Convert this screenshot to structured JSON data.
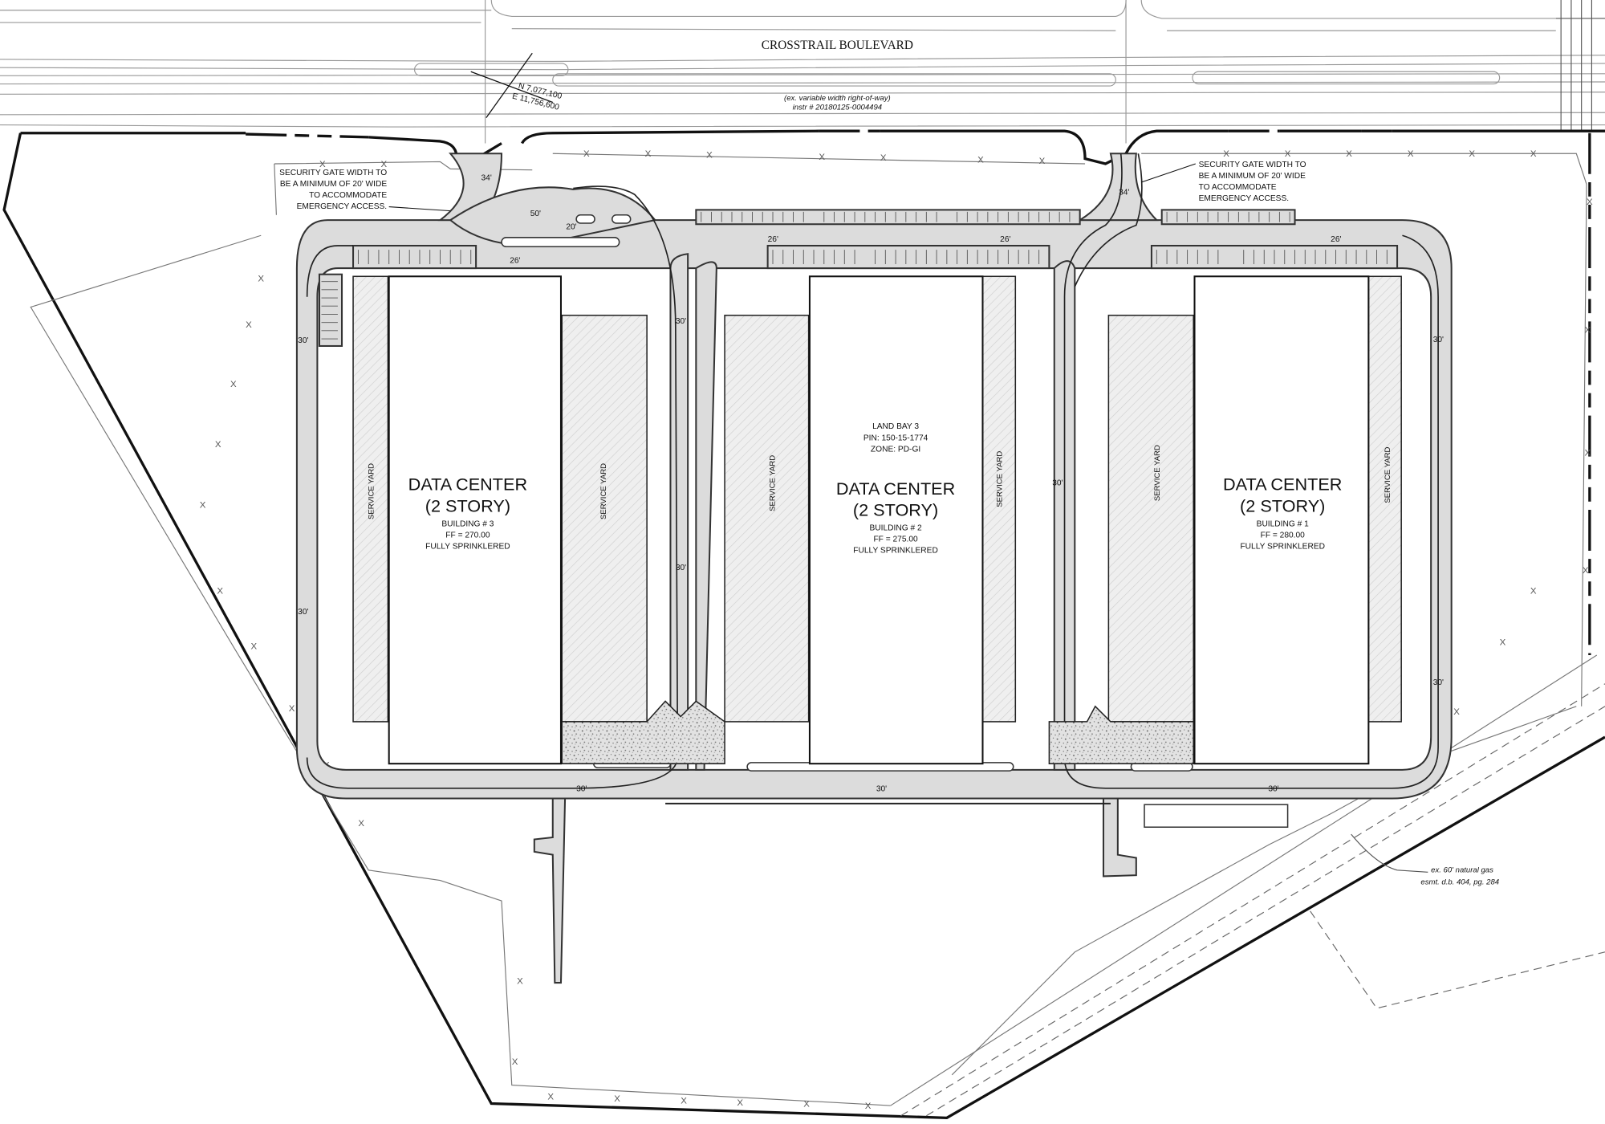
{
  "street": {
    "name": "CROSSTRAIL BOULEVARD",
    "row_note_line1": "(ex. variable width right-of-way)",
    "row_note_line2": "instr # 20180125-0004494"
  },
  "coordinates": {
    "northing": "N 7,077,100",
    "easting": "E 11,756,600"
  },
  "gate_notes": {
    "west": [
      "SECURITY GATE WIDTH TO",
      "BE A MINIMUM OF 20' WIDE",
      "TO ACCOMMODATE",
      "EMERGENCY ACCESS."
    ],
    "east": [
      "SECURITY GATE WIDTH TO",
      "BE A MINIMUM OF 20' WIDE",
      "TO ACCOMMODATE",
      "EMERGENCY ACCESS."
    ]
  },
  "land_bay": {
    "line1": "LAND BAY 3",
    "line2": "PIN: 150-15-1774",
    "line3": "ZONE: PD-GI"
  },
  "buildings": [
    {
      "title": "DATA CENTER",
      "stories": "(2 STORY)",
      "number": "BUILDING # 3",
      "ff": "FF = 270.00",
      "note": "FULLY SPRINKLERED"
    },
    {
      "title": "DATA CENTER",
      "stories": "(2 STORY)",
      "number": "BUILDING # 2",
      "ff": "FF = 275.00",
      "note": "FULLY SPRINKLERED"
    },
    {
      "title": "DATA CENTER",
      "stories": "(2 STORY)",
      "number": "BUILDING # 1",
      "ff": "FF = 280.00",
      "note": "FULLY SPRINKLERED"
    }
  ],
  "service_yard_label": "SERVICE YARD",
  "dimensions": {
    "gate_west": "34'",
    "gate_east": "34'",
    "entry_width": "50'",
    "island_gap": "20'",
    "drive_26": "26'",
    "drive_30": "30'"
  },
  "easement": {
    "line1": "ex. 60' natural gas",
    "line2": "esmt. d.b. 404, pg. 284"
  },
  "fence_marker": "X"
}
